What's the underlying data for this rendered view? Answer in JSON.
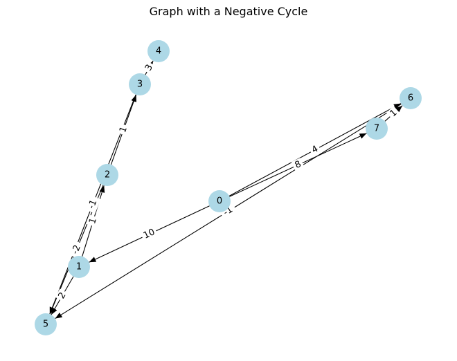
{
  "title": "Graph with a Negative Cycle",
  "nodes": [
    {
      "id": "0",
      "label": "0"
    },
    {
      "id": "1",
      "label": "1"
    },
    {
      "id": "2",
      "label": "2"
    },
    {
      "id": "3",
      "label": "3"
    },
    {
      "id": "4",
      "label": "4"
    },
    {
      "id": "5",
      "label": "5"
    },
    {
      "id": "6",
      "label": "6"
    },
    {
      "id": "7",
      "label": "7"
    }
  ],
  "edges": [
    {
      "from": "0",
      "to": "1",
      "weight": "10"
    },
    {
      "from": "0",
      "to": "6",
      "weight": "4"
    },
    {
      "from": "0",
      "to": "7",
      "weight": "8"
    },
    {
      "from": "1",
      "to": "2",
      "weight": "1"
    },
    {
      "from": "1",
      "to": "5",
      "weight": "2"
    },
    {
      "from": "2",
      "to": "3",
      "weight": "1"
    },
    {
      "from": "3",
      "to": "4",
      "weight": "3"
    },
    {
      "from": "3",
      "to": "5",
      "weight": "-1"
    },
    {
      "from": "2",
      "to": "5",
      "weight": "-2"
    },
    {
      "from": "6",
      "to": "5",
      "weight": "-1"
    },
    {
      "from": "7",
      "to": "6",
      "weight": "1"
    }
  ],
  "colors": {
    "node_fill": "#add8e6",
    "edge": "#000000",
    "text": "#000000"
  }
}
